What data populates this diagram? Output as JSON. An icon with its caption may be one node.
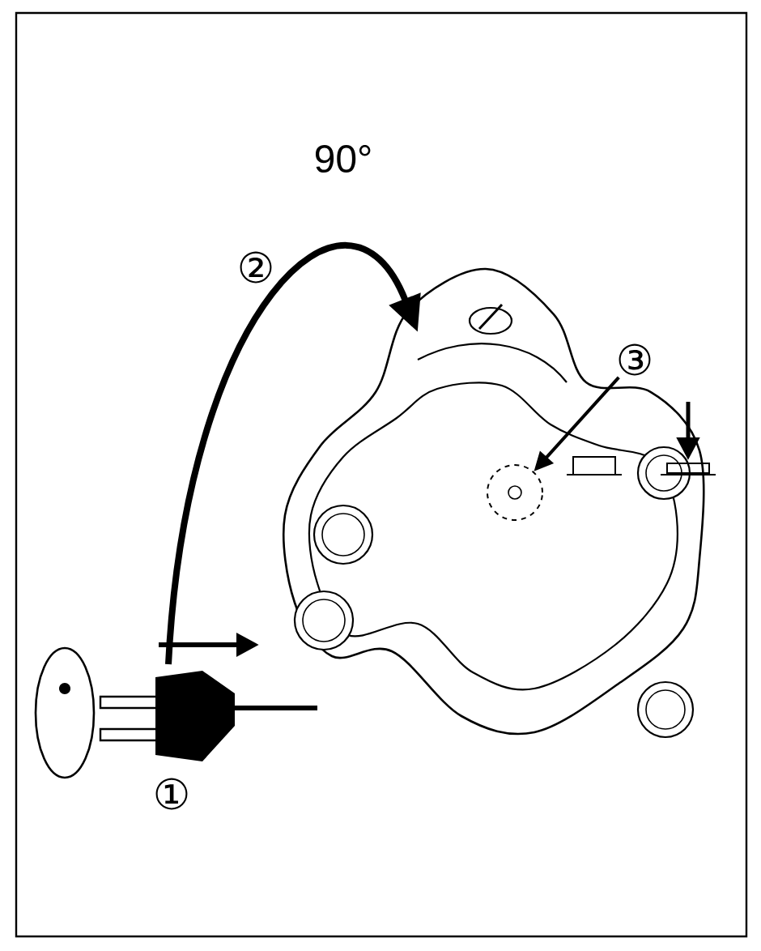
{
  "diagram": {
    "nodes": [
      {
        "text": [
          "③"
        ]
      },
      {
        "text": [],
        "shape": "circle"
      }
    ],
    "edges": [
      {
        "from": 0,
        "to": 1,
        "arrow": "to"
      }
    ],
    "labels": [
      "90°",
      "②",
      "①"
    ]
  }
}
